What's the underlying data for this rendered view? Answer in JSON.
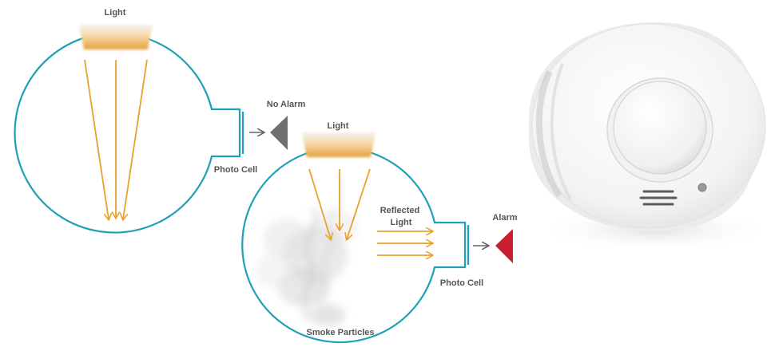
{
  "diagram": {
    "no_alarm_chamber": {
      "light_label": "Light",
      "photo_cell_label": "Photo Cell",
      "alarm_label": "No Alarm"
    },
    "alarm_chamber": {
      "light_label": "Light",
      "reflected_label_line1": "Reflected",
      "reflected_label_line2": "Light",
      "photo_cell_label": "Photo Cell",
      "alarm_label": "Alarm",
      "smoke_label": "Smoke Particles"
    }
  },
  "colors": {
    "chamber_outline": "#1ea0b8",
    "light_beam": "#e8a32c",
    "no_alarm_indicator": "#707070",
    "alarm_indicator": "#c8202e",
    "label_text": "#555555",
    "arrow_gray": "#666666"
  },
  "device": {
    "name": "smoke-detector-image"
  }
}
